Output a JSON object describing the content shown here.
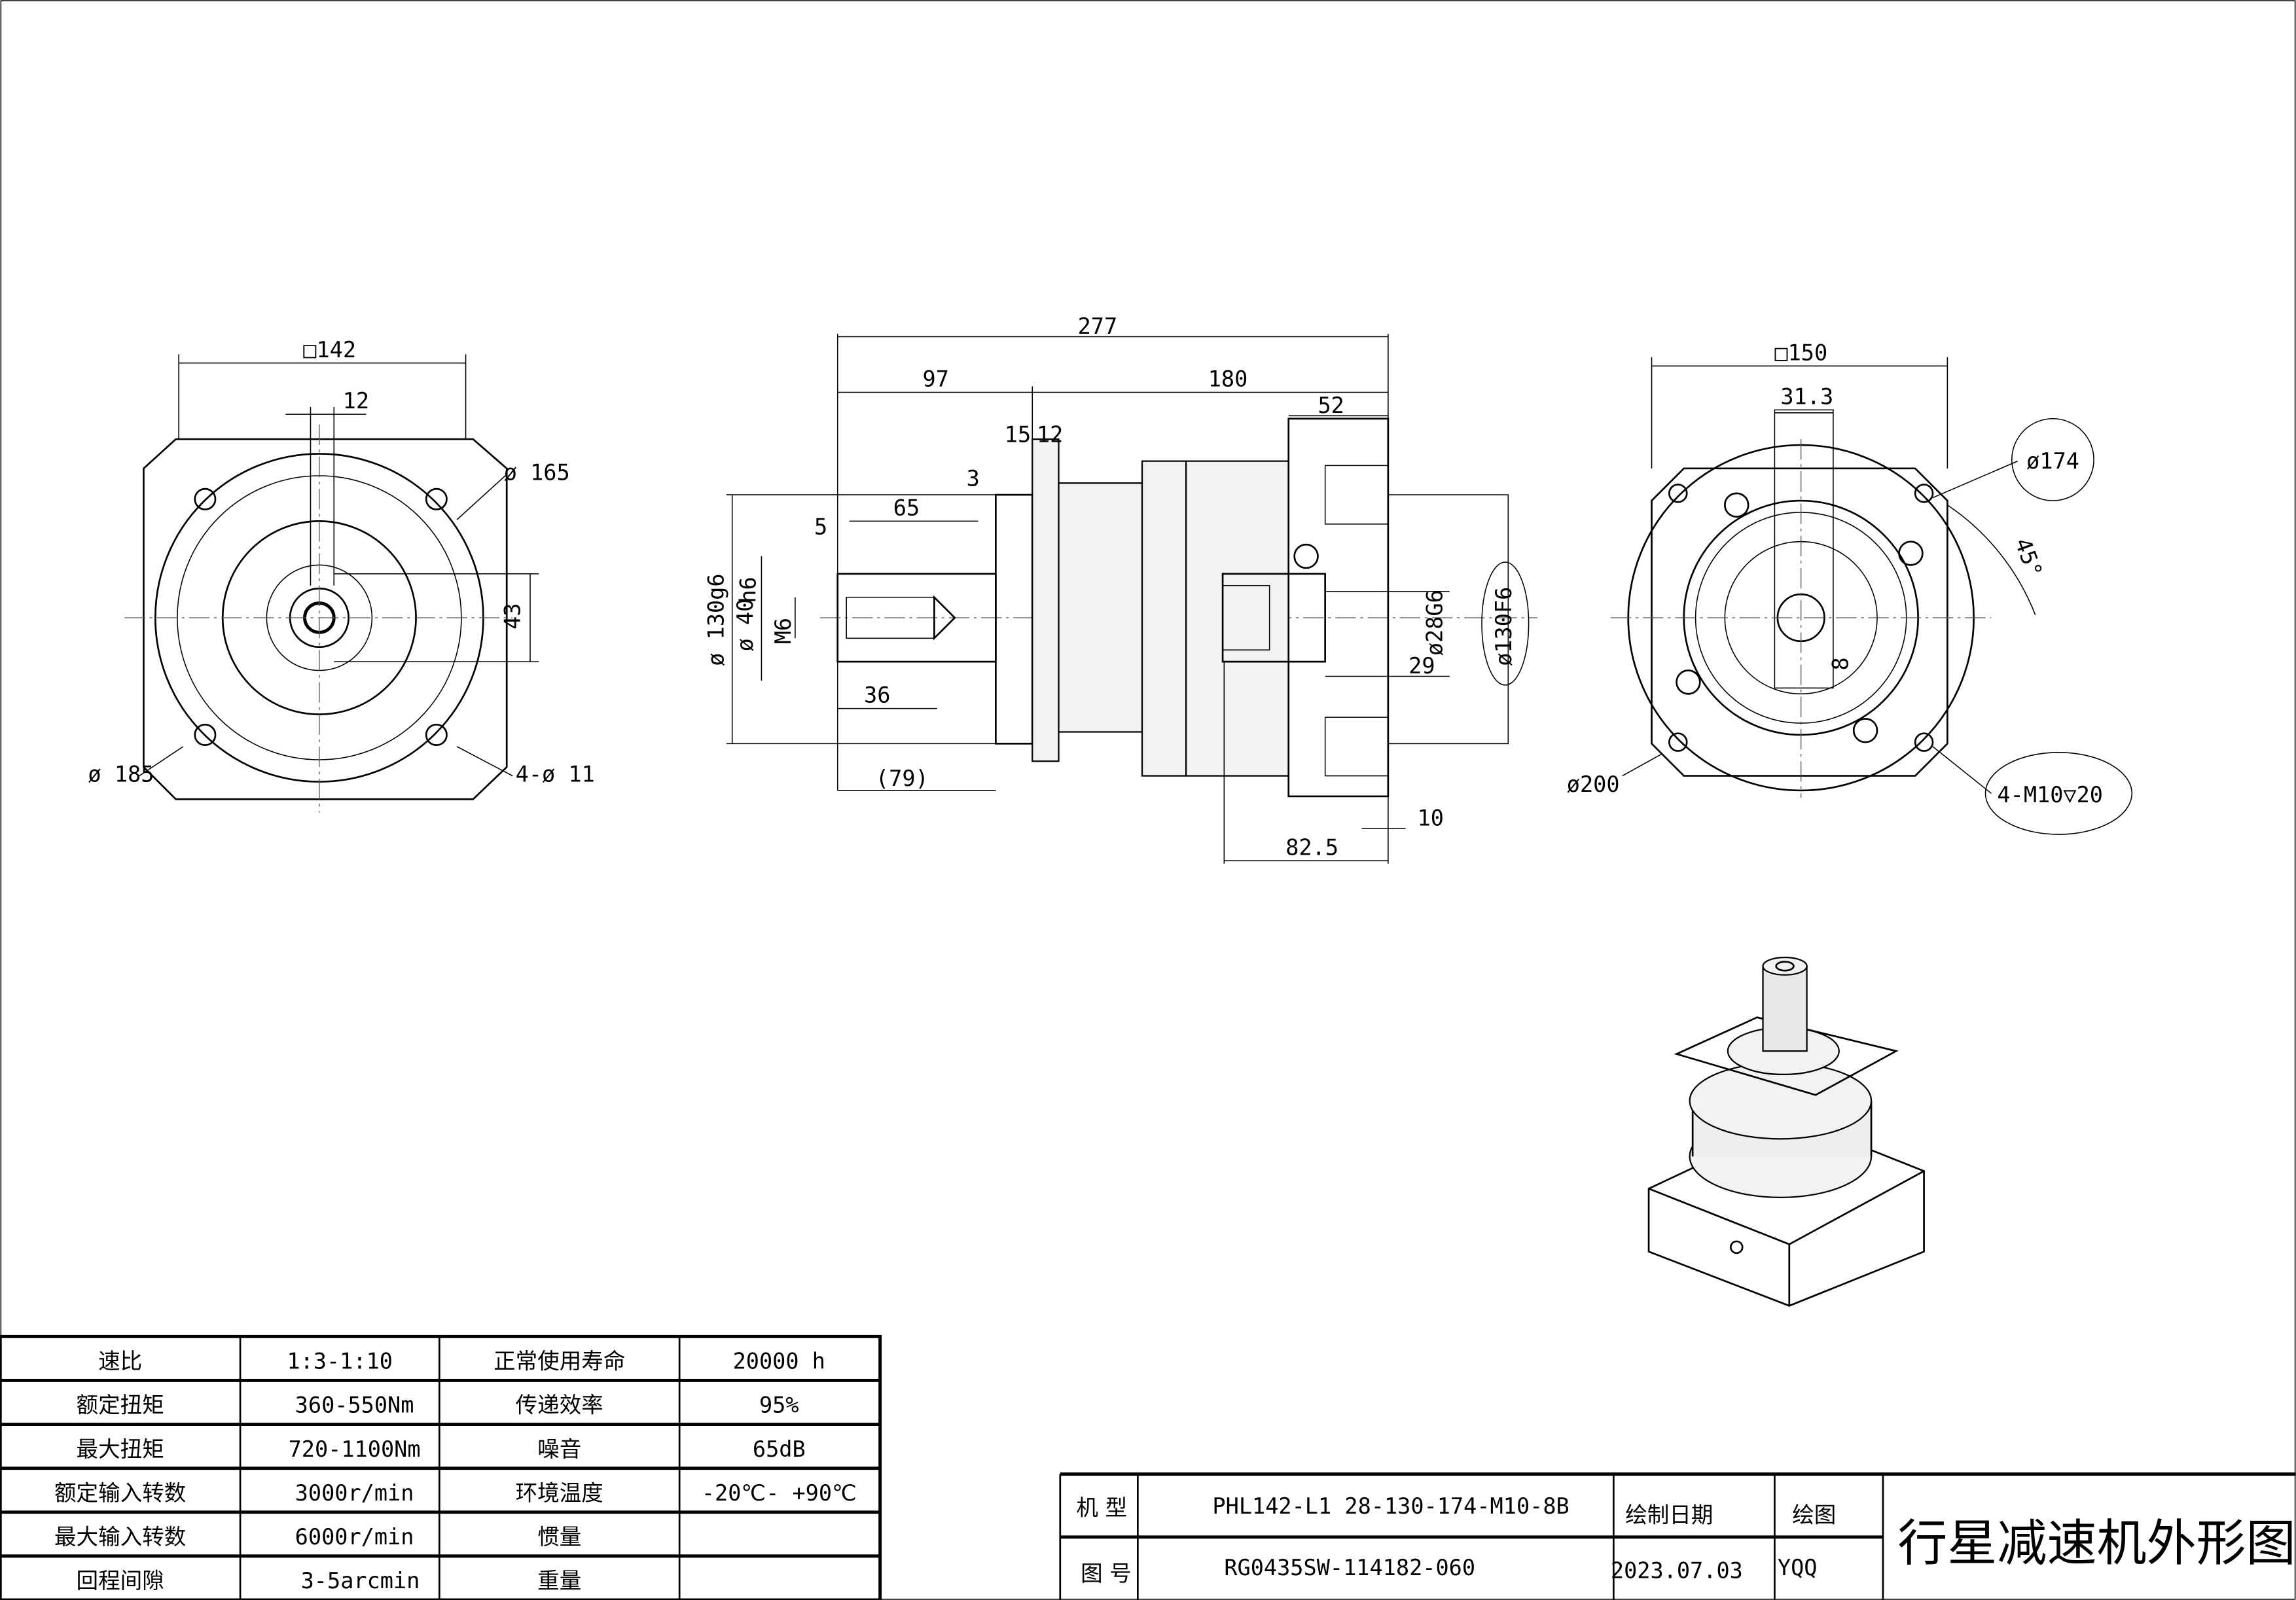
{
  "left_view": {
    "square": "□142",
    "key_width": "12",
    "dia_165": "ø 165",
    "center_height": "43",
    "dia_185": "ø 185",
    "holes": "4-ø 11"
  },
  "side_view": {
    "overall": "277",
    "input_len": "97",
    "body_len": "180",
    "out_flange": "52",
    "d15": "15",
    "d12": "12",
    "d3": "3",
    "d65": "65",
    "d5": "5",
    "dia130g6": "ø 130g6",
    "dia40": "ø 40",
    "h6": "h6",
    "m6": "M6",
    "d36": "36",
    "d79": "(79)",
    "dia28": "ø28G6",
    "d29": "29",
    "dia130f6": "ø130F6",
    "d10": "10",
    "d82_5": "82.5"
  },
  "right_view": {
    "square": "□150",
    "key": "31.3",
    "dia174": "ø174",
    "angle": "45°",
    "d8": "8",
    "dia200": "ø200",
    "threads": "4-M10▽20"
  },
  "spec_table": {
    "rows": [
      [
        "速比",
        "1:3-1:10",
        "正常使用寿命",
        "20000  h"
      ],
      [
        "额定扭矩",
        "360-550Nm",
        "传递效率",
        "95%"
      ],
      [
        "最大扭矩",
        "720-1100Nm",
        "噪音",
        "65dB"
      ],
      [
        "额定输入转数",
        "3000r/min",
        "环境温度",
        "-20℃- +90℃"
      ],
      [
        "最大输入转数",
        "6000r/min",
        "惯量",
        ""
      ],
      [
        "回程间隙",
        "3-5arcmin",
        "重量",
        ""
      ]
    ]
  },
  "title_block": {
    "model_label": "机 型",
    "model": "PHL142-L1 28-130-174-M10-8B",
    "drawing_no_label": "图 号",
    "drawing_no": "RG0435SW-114182-060",
    "date_label": "绘制日期",
    "date": "2023.07.03",
    "drawn_label": "绘图",
    "drawn_by": "YQQ",
    "title": "行星减速机外形图"
  }
}
